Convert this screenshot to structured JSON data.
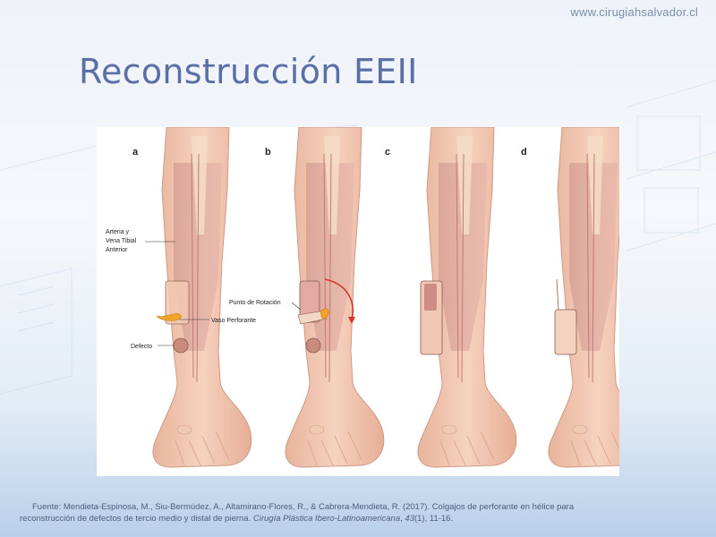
{
  "header": {
    "site_url": "www.cirugiahsalvador.cl"
  },
  "slide": {
    "title": "Reconstrucción EEII"
  },
  "figure": {
    "panels": [
      {
        "letter": "a"
      },
      {
        "letter": "b"
      },
      {
        "letter": "c"
      },
      {
        "letter": "d"
      }
    ],
    "labels": {
      "artery_line1": "Arteria y",
      "artery_line2": "Vena Tibial",
      "artery_line3": "Anterior",
      "perforator": "Vaso Perforante",
      "defect": "Defecto",
      "rotation_point": "Punto de Rotación"
    },
    "colors": {
      "skin": "#f1c8b0",
      "muscle": "#d9a49a",
      "flap_orange": "#f0a22a",
      "arrow_red": "#d8352a"
    }
  },
  "footer": {
    "source_line1": "Fuente: Mendieta-Espinosa, M., Siu-Bermúdez, A., Altamirano-Flores, R., & Cabrera-Mendieta, R. (2017). Colgajos de perforante en hélice para",
    "source_line2_start": "reconstrucción de defectos de tercio medio y distal de pierna. ",
    "source_journal": "Cirugía Plástica Ibero-Latinoamericana",
    "source_sep": ", ",
    "source_volume": "43",
    "source_issue": "(1), 11-16."
  }
}
